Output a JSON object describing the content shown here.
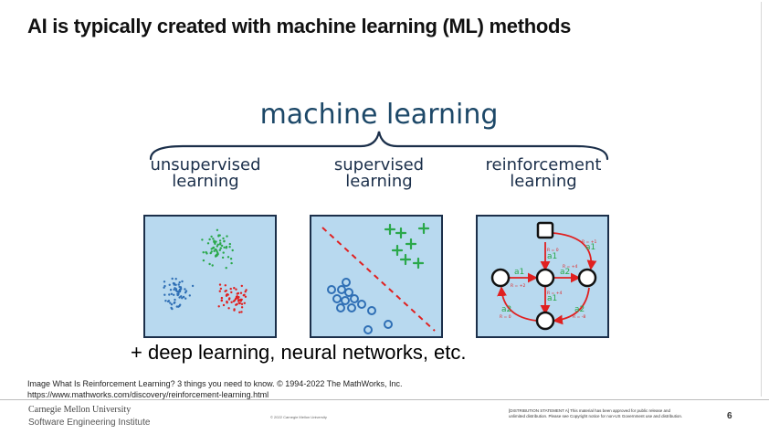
{
  "slide": {
    "title": "AI is typically created with machine learning (ML) methods"
  },
  "diagram": {
    "heading": "machine learning",
    "branches": [
      {
        "line1": "unsupervised",
        "line2": "learning"
      },
      {
        "line1": "supervised",
        "line2": "learning"
      },
      {
        "line1": "reinforcement",
        "line2": "learning"
      }
    ],
    "rl_labels": {
      "a1": "a1",
      "a2": "a2",
      "r0": "R = 0",
      "r1": "R = +1",
      "r2": "R = +2",
      "r4": "R = +4",
      "rm8": "R = -8"
    }
  },
  "caption": "+ deep learning, neural networks, etc.",
  "credit": {
    "line1": "Image What Is Reinforcement Learning? 3 things you need to know. © 1994-2022 The MathWorks, Inc.",
    "line2": "https://www.mathworks.com/discovery/reinforcement-learning.html"
  },
  "footer": {
    "org": "Carnegie Mellon University",
    "institute": "Software Engineering Institute",
    "mid_title": "",
    "mid_copyright": "© 2022 Carnegie Mellon University",
    "statement": "[DISTRIBUTION STATEMENT A] This material has been approved for public release and unlimited distribution. Please see Copyright notice for non-US Government use and distribution.",
    "page": "6"
  },
  "colors": {
    "panel_bg": "#b8d9ef",
    "ink": "#1b2f4a",
    "green": "#2aa84a",
    "blue": "#2f6fb5",
    "red": "#e02020"
  }
}
